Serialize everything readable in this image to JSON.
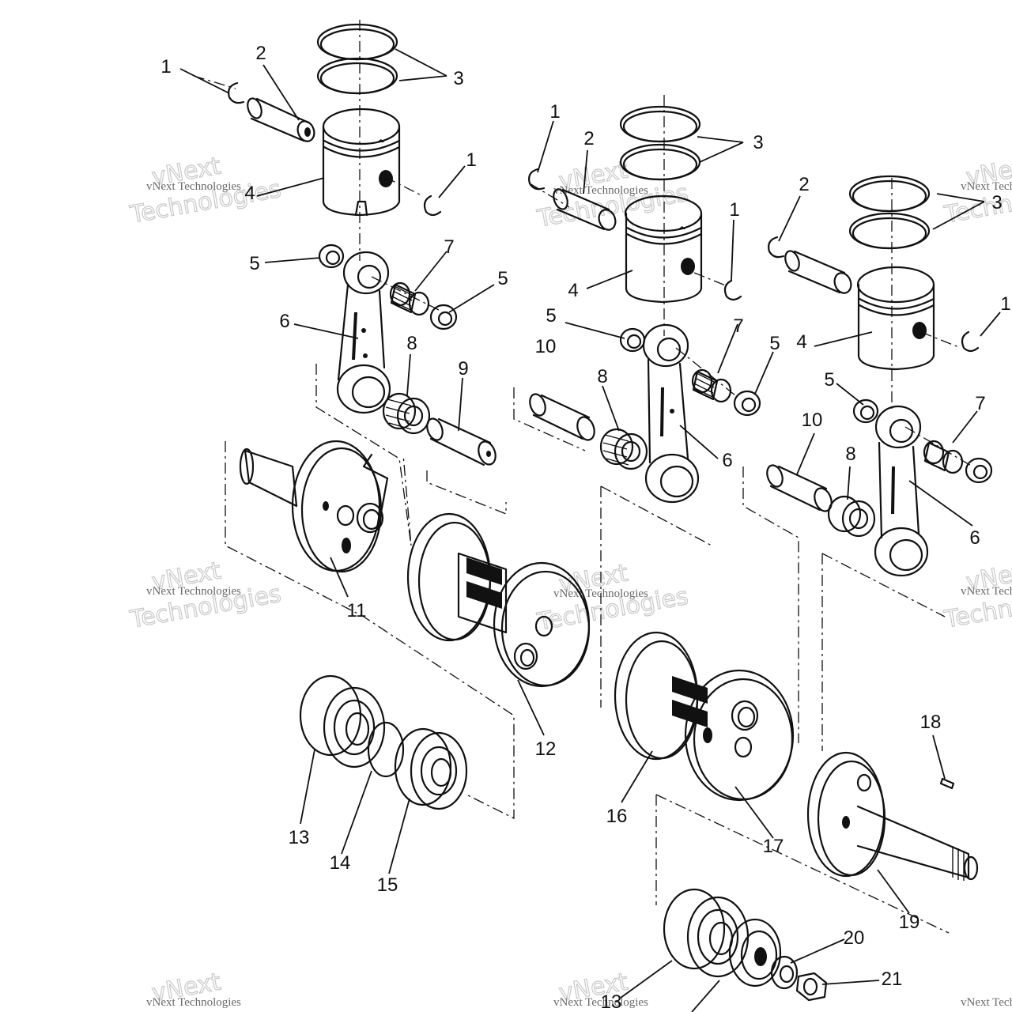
{
  "diagram": {
    "callouts": [
      {
        "id": "c1a",
        "text": "1"
      },
      {
        "id": "c2a",
        "text": "2"
      },
      {
        "id": "c3a",
        "text": "3"
      },
      {
        "id": "c1b",
        "text": "1"
      },
      {
        "id": "c4a",
        "text": "4"
      },
      {
        "id": "c5a",
        "text": "5"
      },
      {
        "id": "c7a",
        "text": "7"
      },
      {
        "id": "c5b",
        "text": "5"
      },
      {
        "id": "c6a",
        "text": "6"
      },
      {
        "id": "c8a",
        "text": "8"
      },
      {
        "id": "c9a",
        "text": "9"
      },
      {
        "id": "c11",
        "text": "11"
      },
      {
        "id": "c1c",
        "text": "1"
      },
      {
        "id": "c2b",
        "text": "2"
      },
      {
        "id": "c3b",
        "text": "3"
      },
      {
        "id": "c1d",
        "text": "1"
      },
      {
        "id": "c4b",
        "text": "4"
      },
      {
        "id": "c5c",
        "text": "5"
      },
      {
        "id": "c10a",
        "text": "10"
      },
      {
        "id": "c8b",
        "text": "8"
      },
      {
        "id": "c7b",
        "text": "7"
      },
      {
        "id": "c5d",
        "text": "5"
      },
      {
        "id": "c6b",
        "text": "6"
      },
      {
        "id": "c12",
        "text": "12"
      },
      {
        "id": "c2c",
        "text": "2"
      },
      {
        "id": "c3c",
        "text": "3"
      },
      {
        "id": "c1e",
        "text": "1"
      },
      {
        "id": "c4c",
        "text": "4"
      },
      {
        "id": "c5e",
        "text": "5"
      },
      {
        "id": "c10b",
        "text": "10"
      },
      {
        "id": "c7c",
        "text": "7"
      },
      {
        "id": "c8c",
        "text": "8"
      },
      {
        "id": "c6c",
        "text": "6"
      },
      {
        "id": "c13a",
        "text": "13"
      },
      {
        "id": "c14",
        "text": "14"
      },
      {
        "id": "c15",
        "text": "15"
      },
      {
        "id": "c16",
        "text": "16"
      },
      {
        "id": "c17",
        "text": "17"
      },
      {
        "id": "c18",
        "text": "18"
      },
      {
        "id": "c19",
        "text": "19"
      },
      {
        "id": "c20",
        "text": "20"
      },
      {
        "id": "c21",
        "text": "21"
      },
      {
        "id": "c13b",
        "text": "13"
      }
    ],
    "watermark": {
      "line1": "vNext Technologies",
      "line2": "vNext",
      "line3": "Technologies"
    }
  }
}
